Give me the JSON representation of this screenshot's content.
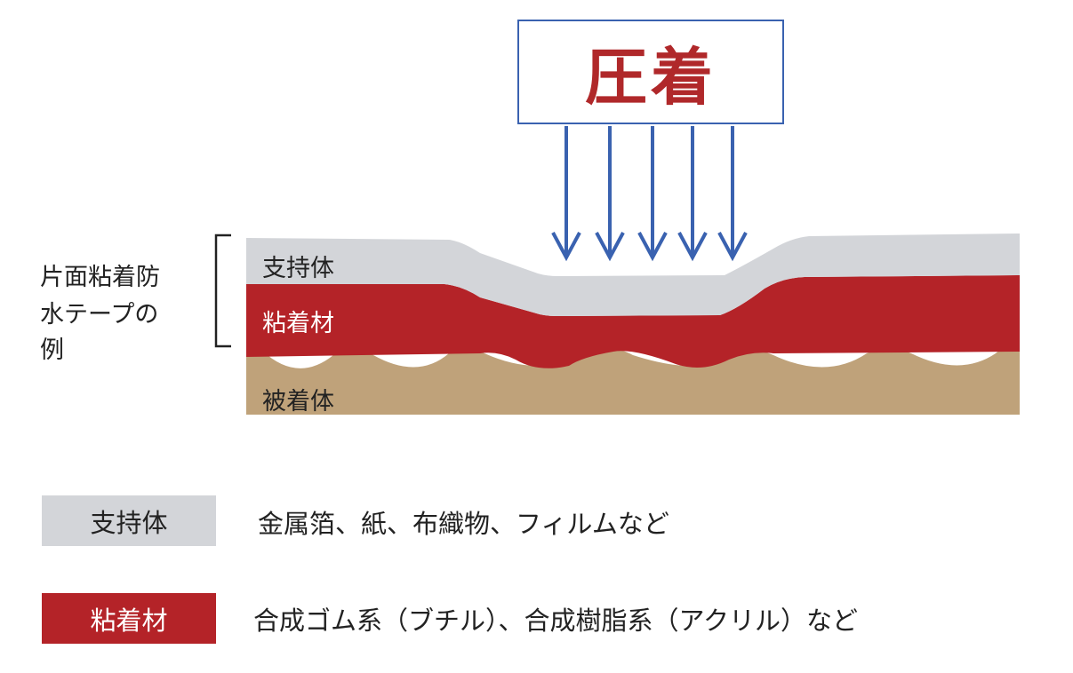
{
  "press": {
    "label": "圧着"
  },
  "side_caption": {
    "lines": [
      "片面粘着防",
      "水テープの",
      "例"
    ]
  },
  "layers": {
    "support": "支持体",
    "adhesive": "粘着材",
    "adherend": "被着体"
  },
  "legend": [
    {
      "label": "支持体",
      "description": "金属箔、紙、布織物、フィルムなど"
    },
    {
      "label": "粘着材",
      "description": "合成ゴム系（ブチル）、合成樹脂系（アクリル）など"
    }
  ],
  "colors": {
    "support": "#d3d5d9",
    "adhesive": "#b42328",
    "adherend": "#bfa27a",
    "arrow": "#3a62b0",
    "title": "#b0282a"
  }
}
